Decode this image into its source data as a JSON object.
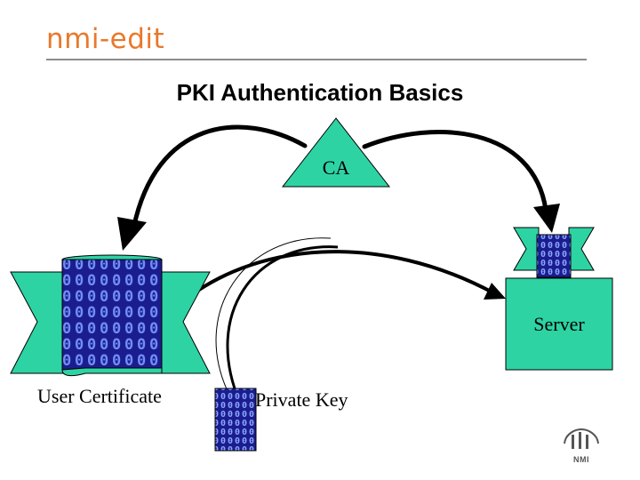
{
  "header": {
    "brand": "nmi-edit",
    "title": "PKI Authentication Basics"
  },
  "diagram": {
    "nodes": {
      "ca": "CA",
      "server": "Server",
      "user_certificate": "User Certificate",
      "private_key": "Private Key"
    },
    "binary_pattern": "0101"
  },
  "logo": {
    "text": "NMI"
  },
  "colors": {
    "brand": "#e8792b",
    "shape_fill": "#2ed3a4",
    "binary_bg": "#1b1d8e",
    "binary_digits": "#6f8ef5",
    "rule": "#8c8c8c"
  }
}
